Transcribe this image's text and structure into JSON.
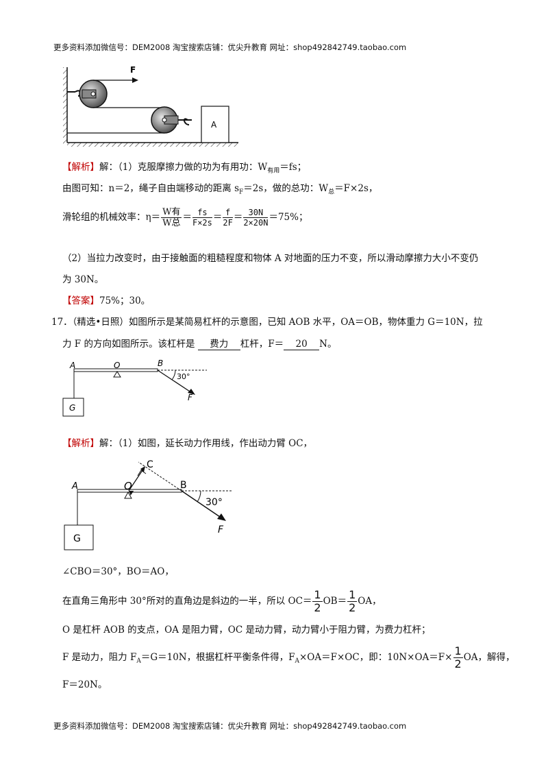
{
  "header": {
    "text": "更多资料添加微信号：DEM2008   淘宝搜索店铺：优尖升教育  网址：shop492842749.taobao.com"
  },
  "footer": {
    "text": "更多资料添加微信号：DEM2008   淘宝搜索店铺：优尖升教育  网址：shop492842749.taobao.com"
  },
  "figure1": {
    "force_label": "F",
    "block_label": "A"
  },
  "p16": {
    "analysis_tag": "【解析】",
    "line1": "解：（1）克服摩擦力做的功为有用功：W",
    "line1_sub": "有用",
    "line1_end": "＝fs；",
    "line2a": "由图可知：n＝2，绳子自由端移动的距离 s",
    "line2_sub": "F",
    "line2b": "＝2s，做的总功：W",
    "line2_sub2": "总",
    "line2c": "＝F×2s，",
    "line3_pre": "滑轮组的机械效率：η＝",
    "f1_num": "W有",
    "f1_den": "W总",
    "f2_num": "fs",
    "f2_den": "F×2s",
    "f3_num": "f",
    "f3_den": "2F",
    "f4_num": "30N",
    "f4_den": "2×20N",
    "eq": "＝",
    "line3_end": "＝75%；",
    "line4": "（2）当拉力改变时，由于接触面的粗糙程度和物体 A 对地面的压力不变，所以滑动摩擦力大小不变仍",
    "line5": "为 30N。",
    "answer_tag": "【答案】",
    "answer": "75%；30。"
  },
  "q17": {
    "line1": "17．（精选•日照）如图所示是某简易杠杆的示意图，已知 AOB 水平，OA＝OB，物体重力 G＝10N，拉",
    "line2a": "力 F 的方向如图所示。该杠杆是",
    "blank1": "费力",
    "line2b": "杠杆，F＝",
    "blank2": "20",
    "line2c": "N。"
  },
  "figure2": {
    "A": "A",
    "O": "O",
    "B": "B",
    "G": "G",
    "F": "F",
    "angle": "30°"
  },
  "sol17": {
    "analysis_tag": "【解析】",
    "line1": "解：（1）如图，延长动力作用线，作出动力臂 OC，",
    "line2": "∠CBO＝30°，BO＝AO，",
    "line3a": "在直角三角形中 30°所对的直角边是斜边的一半，所以 OC＝",
    "half_num": "1",
    "half_den": "2",
    "line3b": "OB＝",
    "line3c": "OA，",
    "line4": "O 是杠杆 AOB 的支点，OA 是阻力臂，OC 是动力臂，动力臂小于阻力臂，为费力杠杆；",
    "line5a": "F 是动力，阻力 F",
    "line5_sub": "A",
    "line5b": "＝G＝10N，根据杠杆平衡条件得，F",
    "line5c": "×OA＝F×OC，即：10N×OA＝F×",
    "line5d": "OA，解得，",
    "line6": "F＝20N。"
  },
  "figure3": {
    "A": "A",
    "O": "O",
    "B": "B",
    "C": "C",
    "G": "G",
    "F": "F",
    "angle": "30°"
  }
}
